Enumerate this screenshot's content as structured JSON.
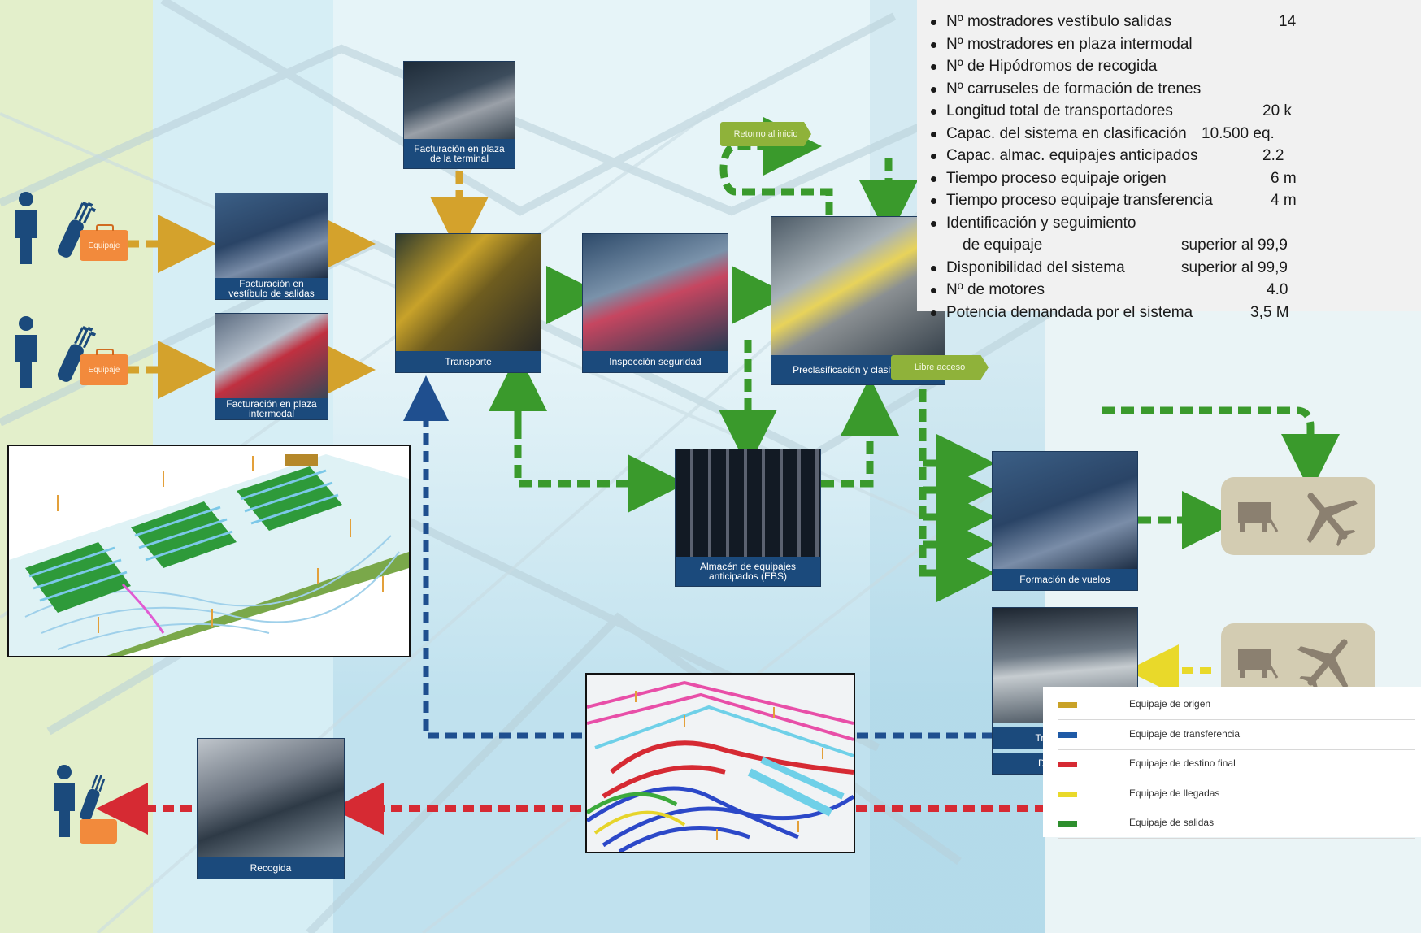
{
  "specs": {
    "items": [
      {
        "label": "Nº mostradores vestíbulo salidas",
        "value": "14"
      },
      {
        "label": "Nº mostradores en plaza intermodal",
        "value": ""
      },
      {
        "label": "Nº de Hipódromos de recogida",
        "value": ""
      },
      {
        "label": "Nº carruseles de formación de trenes",
        "value": ""
      },
      {
        "label": "Longitud total de transportadores",
        "value": "20 k"
      },
      {
        "label": "Capac. del sistema en clasificación",
        "value": "10.500 eq."
      },
      {
        "label": "Capac. almac. equipajes anticipados",
        "value": "2.2"
      },
      {
        "label": "Tiempo proceso equipaje origen",
        "value": "6 m"
      },
      {
        "label": "Tiempo proceso equipaje transferencia",
        "value": "4 m"
      },
      {
        "label": "Identificación y seguimiento",
        "value": ""
      },
      {
        "label": "de equipaje",
        "value": "superior al 99,9",
        "indent": true
      },
      {
        "label": "Disponibilidad del sistema",
        "value": "superior al 99,9"
      },
      {
        "label": "Nº de motores",
        "value": "4.0"
      },
      {
        "label": "Potencia demandada por el sistema",
        "value": "3,5 M"
      }
    ]
  },
  "nodes": {
    "suitcase_1": "Equipaje",
    "suitcase_2": "Equipaje",
    "facturacion_1": "Facturación en vestíbulo de salidas",
    "facturacion_2": "Facturación en plaza intermodal",
    "top_input": "Facturación en plaza de la terminal",
    "transporte": "Transporte",
    "inspeccion": "Inspección seguridad",
    "clasificacion": "Preclasificación y clasificación",
    "retorno": "Retorno al inicio",
    "libre_acceso": "Libre acceso",
    "almacen": "Almacén de equipajes anticipados (EBS)",
    "formacion": "Formación de vuelos",
    "transferencia": "Transferencia",
    "destino_final": "Destino final",
    "recogida": "Recogida"
  },
  "legend": {
    "items": [
      {
        "label": "Equipaje de origen",
        "color": "#c9a227"
      },
      {
        "label": "Equipaje de transferencia",
        "color": "#1f5aa6"
      },
      {
        "label": "Equipaje de destino final",
        "color": "#d62a33"
      },
      {
        "label": "Equipaje de llegadas",
        "color": "#e9d92a"
      },
      {
        "label": "Equipaje de salidas",
        "color": "#2e8f2e"
      }
    ]
  },
  "colors": {
    "origen": "#c9a227",
    "transferencia": "#1f5aa6",
    "destino_final": "#d62a33",
    "llegadas": "#e9d92a",
    "salidas": "#3a9a2c",
    "zone_left": "#e3efcb",
    "zone_mid": "#dff3f9",
    "zone_blue": "#c3e4f2",
    "aircraft_card": "#d3ccb2"
  }
}
